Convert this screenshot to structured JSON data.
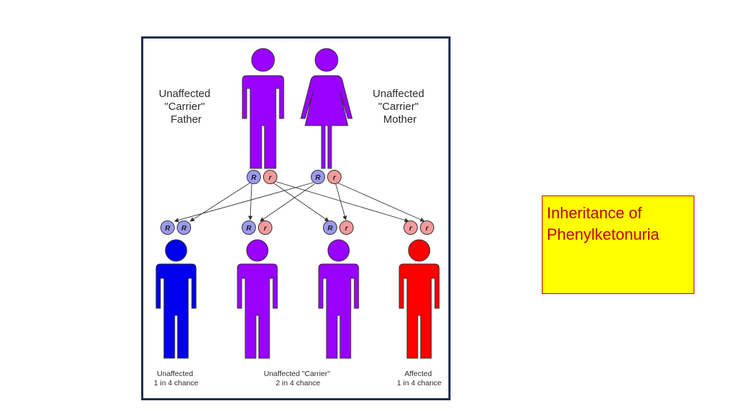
{
  "diagram": {
    "parents": [
      {
        "lines": [
          "Unaffected",
          "\"Carrier\"",
          "Father"
        ],
        "alleles": [
          "R",
          "r"
        ],
        "color": "#9900ff",
        "figure": "male"
      },
      {
        "lines": [
          "Unaffected",
          "\"Carrier\"",
          "Mother"
        ],
        "alleles": [
          "R",
          "r"
        ],
        "color": "#9900ff",
        "figure": "female"
      }
    ],
    "children": [
      {
        "alleles": [
          "R",
          "R"
        ],
        "color": "#0000ee"
      },
      {
        "alleles": [
          "R",
          "r"
        ],
        "color": "#9900ff"
      },
      {
        "alleles": [
          "R",
          "r"
        ],
        "color": "#9900ff"
      },
      {
        "alleles": [
          "r",
          "r"
        ],
        "color": "#ff0000"
      }
    ],
    "outcome_labels": [
      {
        "lines": [
          "Unaffected",
          "1 in 4 chance"
        ]
      },
      {
        "lines": [
          "Unaffected \"Carrier\"",
          "2 in 4 chance"
        ]
      },
      {
        "lines": [
          "Affected",
          "1 in 4 chance"
        ]
      }
    ],
    "allele_colors": {
      "R": "#9a9af0",
      "r": "#f29a9a"
    }
  },
  "title_box": {
    "lines": [
      "Inheritance of",
      "Phenylketonuria"
    ],
    "background": "#ffff00",
    "text_color": "#c00000"
  }
}
